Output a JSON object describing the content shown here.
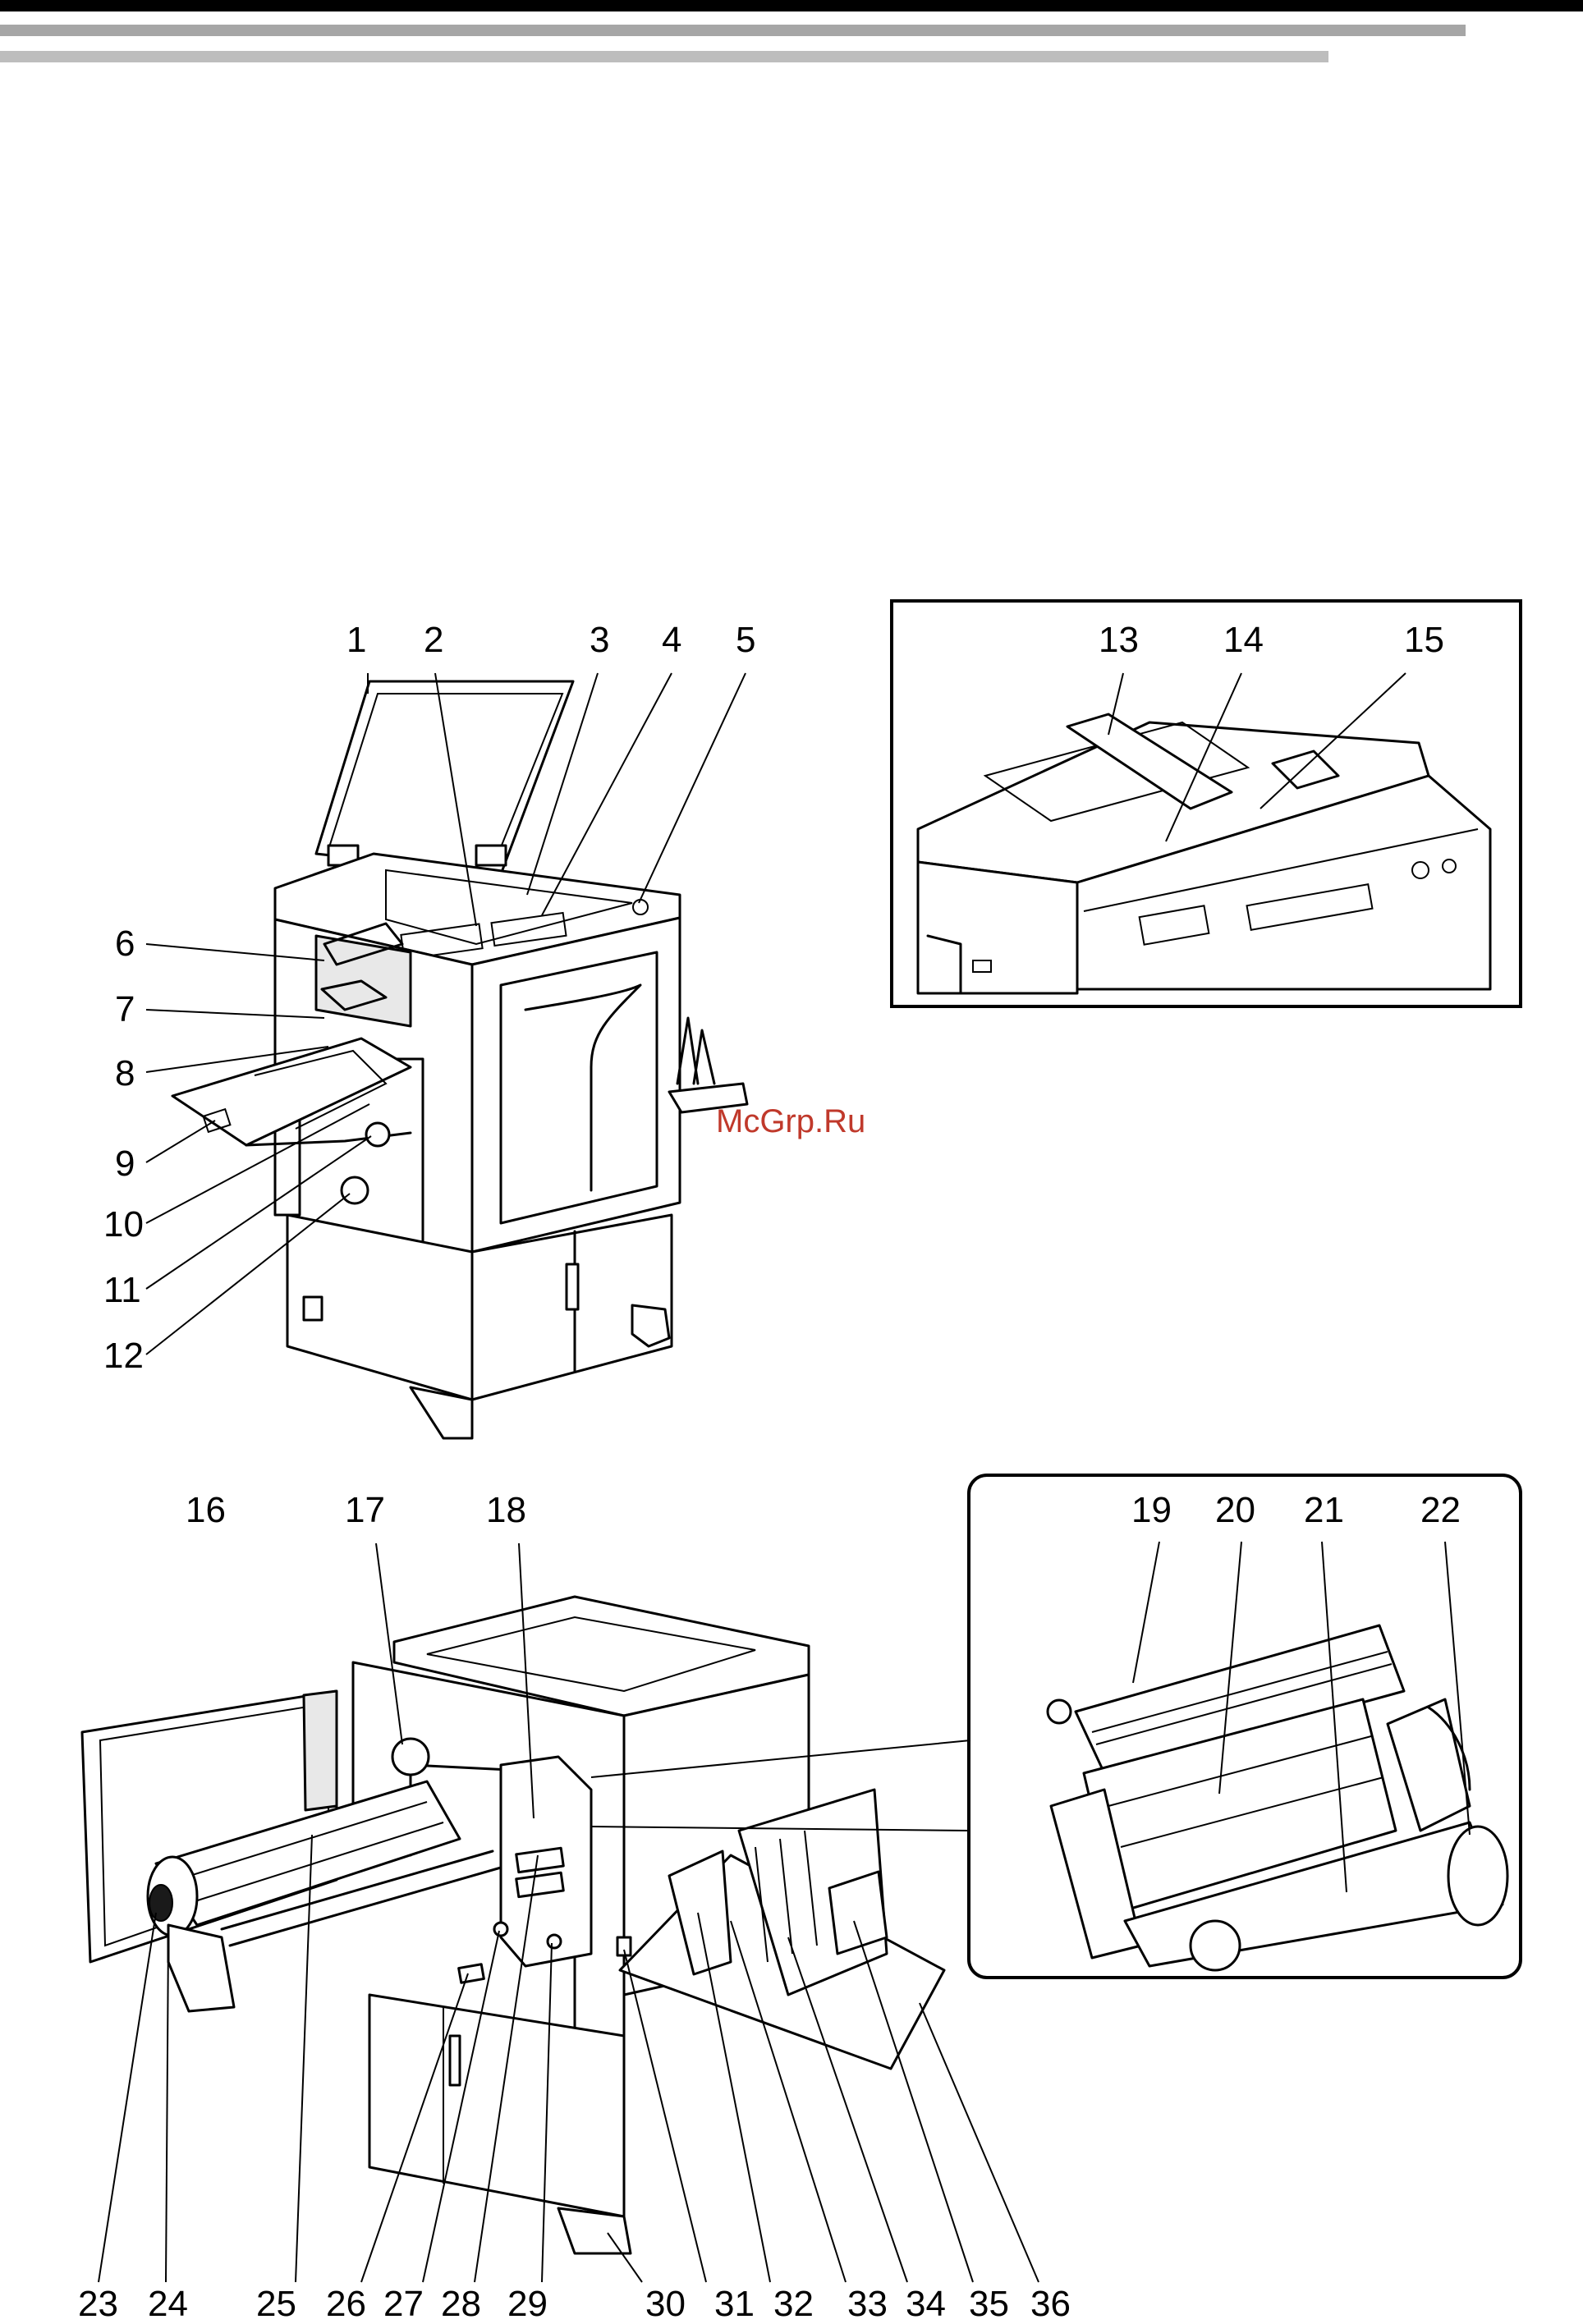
{
  "header": {
    "rule_colors": [
      "#000000",
      "#a6a6a6",
      "#bdbdbd"
    ]
  },
  "watermark": "McGrp.Ru",
  "figure_top": {
    "callouts": [
      "1",
      "2",
      "3",
      "4",
      "5",
      "6",
      "7",
      "8",
      "9",
      "10",
      "11",
      "12"
    ]
  },
  "figure_adf_inset": {
    "callouts": [
      "13",
      "14",
      "15"
    ]
  },
  "figure_bottom": {
    "callouts": [
      "16",
      "17",
      "18",
      "23",
      "24",
      "25",
      "26",
      "27",
      "28",
      "29",
      "30",
      "31",
      "32",
      "33",
      "34",
      "35",
      "36"
    ]
  },
  "figure_drum_inset": {
    "callouts": [
      "19",
      "20",
      "21",
      "22"
    ]
  }
}
